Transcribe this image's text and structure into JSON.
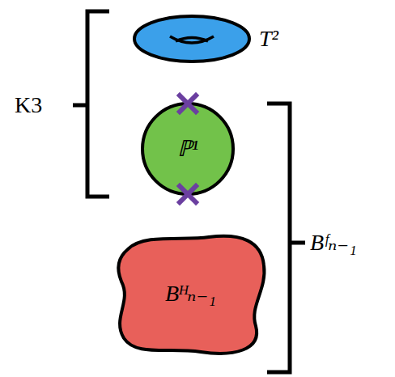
{
  "diagram": {
    "nodes": [
      {
        "text": [
          "T²"
        ]
      },
      {
        "text": [
          "ℙ¹"
        ]
      },
      {
        "text": [
          "Bᴴₙ₋₁"
        ]
      }
    ],
    "labels": [
      "K3",
      "Bᶠₙ₋₁"
    ]
  }
}
